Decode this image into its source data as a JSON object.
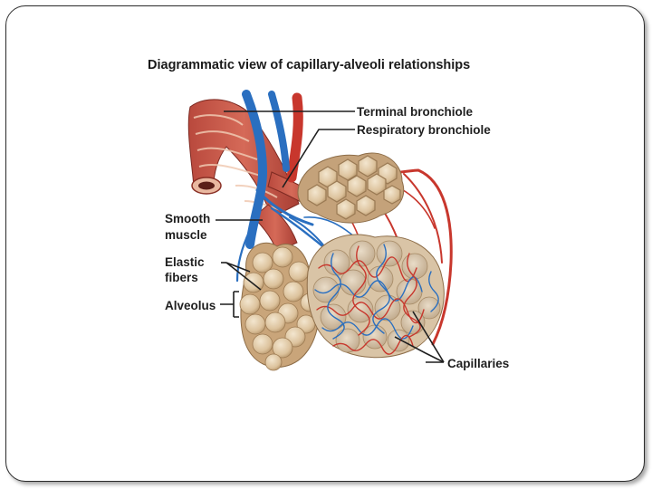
{
  "title": "Diagrammatic view of capillary-alveoli relationships",
  "labels": {
    "terminal_bronchiole": "Terminal bronchiole",
    "respiratory_bronchiole": "Respiratory  bronchiole",
    "smooth_muscle_line1": "Smooth",
    "smooth_muscle_line2": "muscle",
    "elastic_fibers_line1": "Elastic",
    "elastic_fibers_line2": "fibers",
    "alveolus": "Alveolus",
    "capillaries": "Capillaries"
  },
  "colors": {
    "airway_muscle": "#c4584a",
    "airway_light": "#e9b8a0",
    "vein": "#2a6fc0",
    "artery": "#c8372d",
    "alveoli": "#e6d2b4",
    "alveoli_shadow": "#b89a72"
  }
}
